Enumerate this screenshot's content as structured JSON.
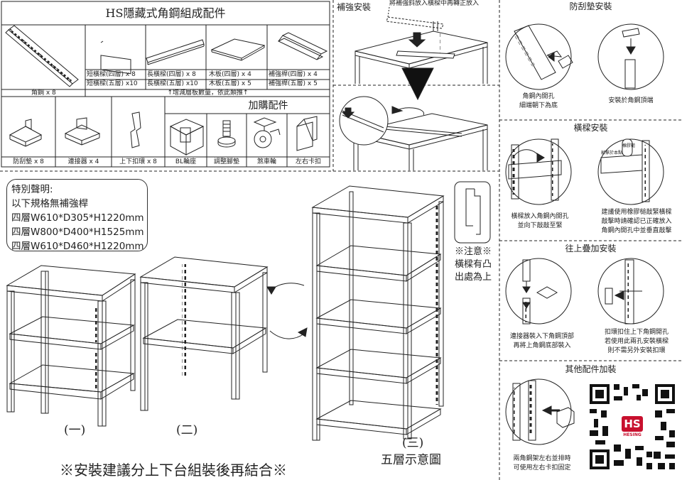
{
  "parts_table": {
    "title": "HS隱藏式角鋼組成配件",
    "angle_steel": "角鋼 x 8",
    "short_beam_4": "短橫樑(四層) x 8",
    "short_beam_5": "短橫樑(五層) x10",
    "long_beam_4": "長橫樑(四層) x 8",
    "long_beam_5": "長橫樑(五層) x10",
    "board_4": "木板(四層) x 4",
    "board_5": "木板(五層) x 5",
    "rod_4": "補強桿(四層) x 4",
    "rod_5": "補強桿(五層) x 5",
    "note": "↑增減層板數量，依此類推↑",
    "optional_title": "加購配件",
    "items": [
      "防刮墊 x 8",
      "連接器 x 4",
      "上下扣環 x 8",
      "BL輪座",
      "調整腳墊",
      "煞車輪",
      "左右卡扣"
    ]
  },
  "reinforce": {
    "title": "補強安裝",
    "instruction": "將補強斜放入橫樑中再轉正放入"
  },
  "special": {
    "title": "特別聲明:",
    "line1": "以下規格無補強桿",
    "spec1": "四層W610*D305*H1220mm",
    "spec2": "四層W800*D400*H1525mm",
    "spec3": "四層W610*D460*H1220mm"
  },
  "notice": {
    "line1": "※注意※",
    "line2": "橫樑有凸",
    "line3": "出處為上"
  },
  "assembly": {
    "label1": "(一)",
    "label2": "(二)",
    "label3": "(三)",
    "caption3": "五層示意圖",
    "bottom_note": "※安裝建議分上下台組裝後再結合※"
  },
  "right_panel": {
    "pad_title": "防刮墊安裝",
    "pad_cap1a": "角鋼內開孔",
    "pad_cap1b": "細端朝下為底",
    "pad_cap2": "安裝於角鋼頂端",
    "beam_title": "橫樑安裝",
    "beam_cap1a": "橫樑放入角鋼內開孔",
    "beam_cap1b": "並向下敲敲至緊",
    "beam_cap2a": "建議使用橡膠槌敲緊橫樑",
    "beam_cap2b": "敲擊時請確認已正確放入",
    "beam_cap2c": "角鋼內開孔中並垂直敲擊",
    "hammer_label": "橡膠槌",
    "beam_tag": "敲擊於本點",
    "stack_title": "往上疊加安裝",
    "stack_cap1a": "連接器裝入下角鋼頂部",
    "stack_cap1b": "再將上角鋼底部裝入",
    "stack_cap2a": "扣環扣住上下角鋼開孔",
    "stack_cap2b": "若使用此兩孔安裝橫樑",
    "stack_cap2c": "則不需另外安裝扣環",
    "other_title": "其他配件加裝",
    "other_cap1": "兩角鋼架左右並排時",
    "other_cap2": "可使用左右卡扣固定",
    "logo_text": "HS",
    "logo_sub": "HESING"
  }
}
